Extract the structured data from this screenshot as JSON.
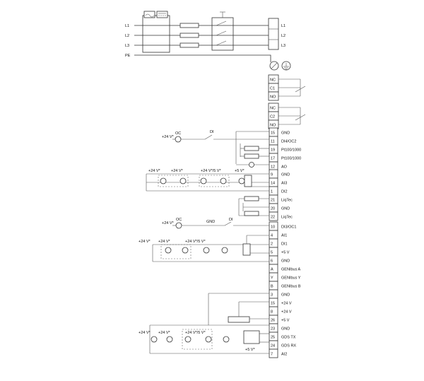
{
  "supply": {
    "input_lines": [
      "L1",
      "L2",
      "L3"
    ],
    "pe": "PE",
    "output_lines": [
      "L1",
      "L2",
      "L3"
    ]
  },
  "relays": [
    [
      "NC",
      "C1",
      "NO"
    ],
    [
      "NC",
      "C2",
      "NO"
    ]
  ],
  "terminals": [
    {
      "num": "15",
      "label": "GND"
    },
    {
      "num": "11",
      "label": "DI4/OC2"
    },
    {
      "num": "19",
      "label": "Pt100/1000"
    },
    {
      "num": "17",
      "label": "Pt100/1000"
    },
    {
      "num": "12",
      "label": "AO"
    },
    {
      "num": "9",
      "label": "GND"
    },
    {
      "num": "14",
      "label": "AI3"
    },
    {
      "num": "1",
      "label": "DI2"
    },
    {
      "num": "21",
      "label": "LiqTec"
    },
    {
      "num": "20",
      "label": "GND"
    },
    {
      "num": "22",
      "label": "LiqTec"
    },
    {
      "num": "10",
      "label": "DI3/OC1"
    },
    {
      "num": "4",
      "label": "AI1"
    },
    {
      "num": "2",
      "label": "DI1"
    },
    {
      "num": "5",
      "label": "+5 V"
    },
    {
      "num": "6",
      "label": "GND"
    },
    {
      "num": "A",
      "label": "GENIbus A"
    },
    {
      "num": "Y",
      "label": "GENIbus Y"
    },
    {
      "num": "B",
      "label": "GENIbus B"
    },
    {
      "num": "3",
      "label": "GND"
    },
    {
      "num": "15",
      "label": "+24 V"
    },
    {
      "num": "8",
      "label": "+24 V"
    },
    {
      "num": "26",
      "label": "+5 V"
    },
    {
      "num": "23",
      "label": "GND"
    },
    {
      "num": "25",
      "label": "GDS TX"
    },
    {
      "num": "24",
      "label": "GDS RX"
    },
    {
      "num": "7",
      "label": "AI2"
    }
  ],
  "annotations": {
    "supply_24v": "+24 V*",
    "oc": "OC",
    "di": "DI",
    "gnd": "GND",
    "supply_5v": "+5 V*",
    "combo_24_5v": "+24 V*/5 V*"
  },
  "colors": {
    "line": "#333333",
    "background": "#ffffff"
  }
}
